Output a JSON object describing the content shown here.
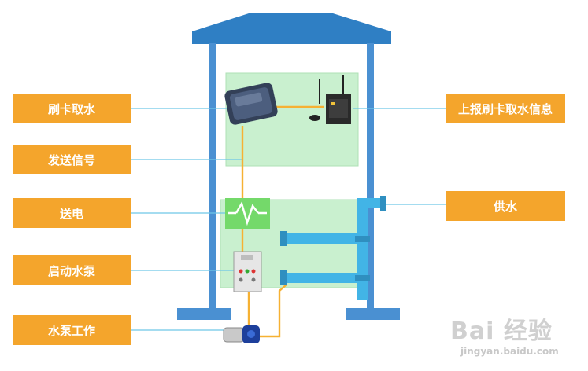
{
  "labels": {
    "swipe_card": "刷卡取水",
    "send_signal": "发送信号",
    "power": "送电",
    "start_pump": "启动水泵",
    "pump_working": "水泵工作",
    "report": "上报刷卡取水信息",
    "water_supply": "供水"
  },
  "watermark": {
    "brand": "Bai 经验",
    "url": "jingyan.baidu.com"
  },
  "colors": {
    "roof": "#2f7fc4",
    "pillar": "#4a90d2",
    "panel": "#c9f0cf",
    "label_bg": "#f4a52c",
    "signal_line": "#f6b133",
    "leader_line": "#6ec6e8",
    "pipe": "#42b4e6",
    "relay": "#74d96a"
  }
}
